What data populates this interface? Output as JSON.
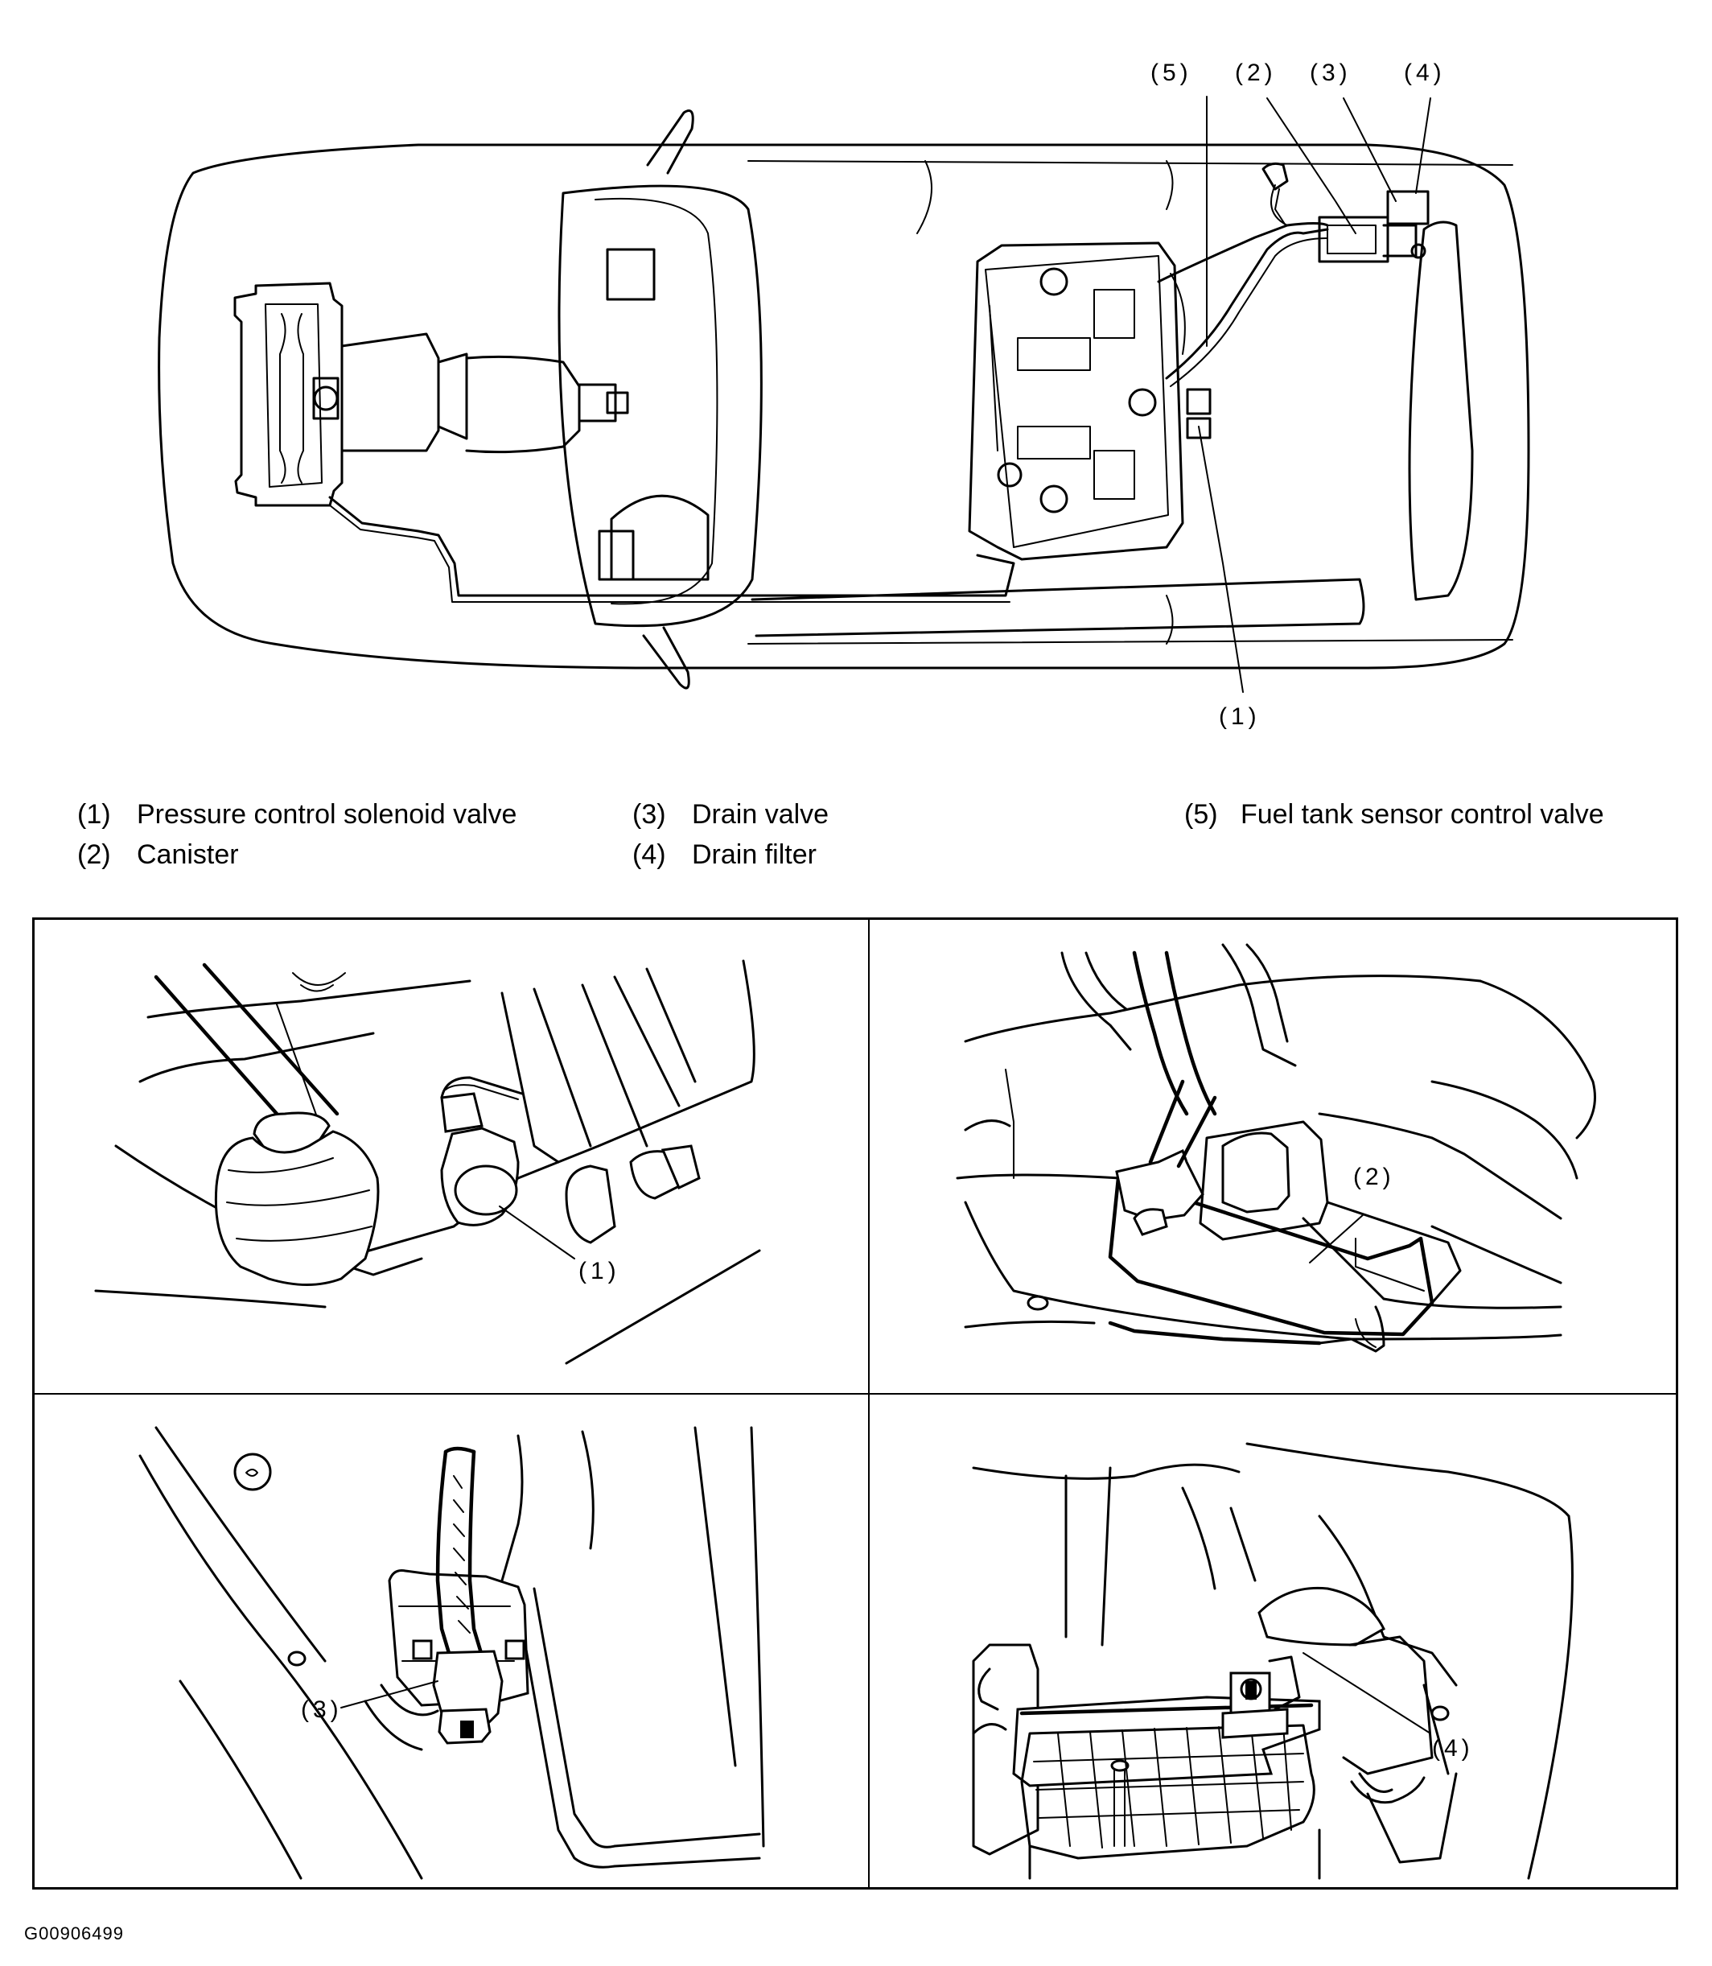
{
  "overview": {
    "callouts": {
      "c5": "(5)",
      "c2": "(2)",
      "c3": "(3)",
      "c4": "(4)",
      "c1": "(1)"
    }
  },
  "legend": [
    {
      "num": "(1)",
      "text": "Pressure control solenoid valve"
    },
    {
      "num": "(2)",
      "text": "Canister"
    },
    {
      "num": "(3)",
      "text": "Drain valve"
    },
    {
      "num": "(4)",
      "text": "Drain filter"
    },
    {
      "num": "(5)",
      "text": "Fuel tank sensor control valve"
    }
  ],
  "panels": {
    "top_left_callout": "(1)",
    "top_right_callout": "(2)",
    "bottom_left_callout": "(3)",
    "bottom_right_callout": "(4)"
  },
  "figure_code": "G00906499"
}
